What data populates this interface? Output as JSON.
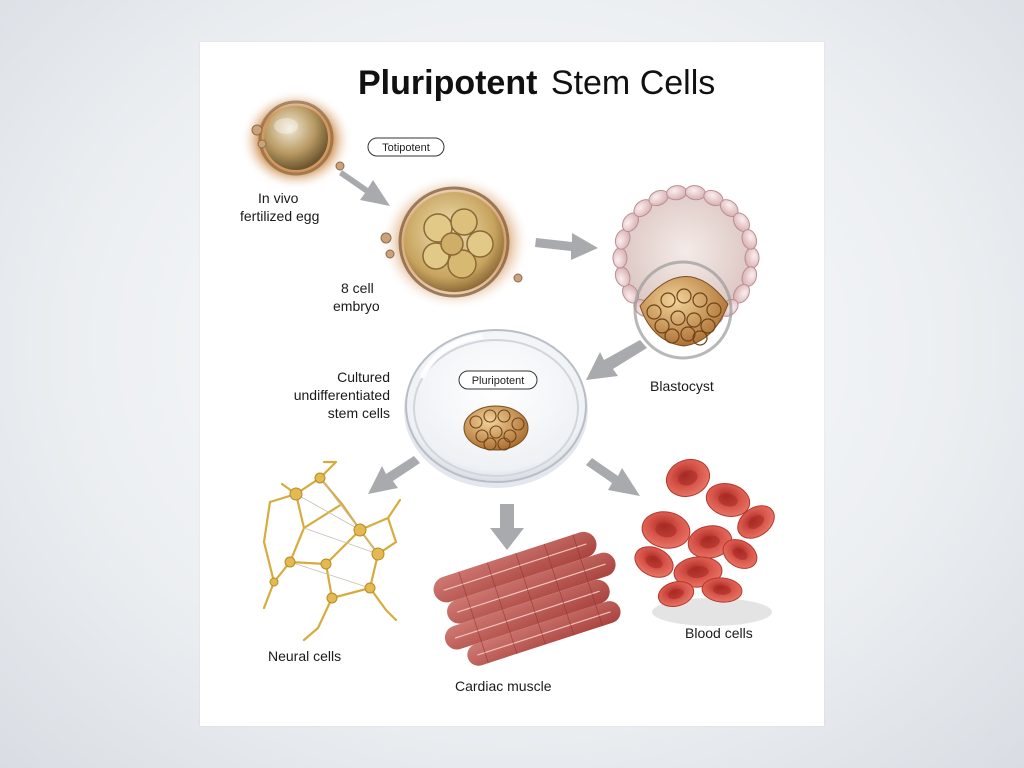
{
  "title": {
    "bold": "Pluripotent",
    "regular": "Stem Cells"
  },
  "badges": {
    "totipotent": "Totipotent",
    "pluripotent": "Pluripotent"
  },
  "labels": {
    "egg_line1": "In vivo",
    "egg_line2": "fertilized egg",
    "embryo_line1": "8 cell",
    "embryo_line2": "embryo",
    "blastocyst": "Blastocyst",
    "cultured_line1": "Cultured",
    "cultured_line2": "undifferentiated",
    "cultured_line3": "stem cells",
    "neural": "Neural cells",
    "cardiac": "Cardiac muscle",
    "blood": "Blood cells"
  },
  "colors": {
    "arrow": "#a8aaad",
    "egg_tone": "#c98a4a",
    "blastocyst_fill": "#e6d3cf",
    "cell_cluster": "#c78a3a",
    "neural": "#d9b24a",
    "cardiac": "#b84c48",
    "blood": "#d2483c"
  }
}
